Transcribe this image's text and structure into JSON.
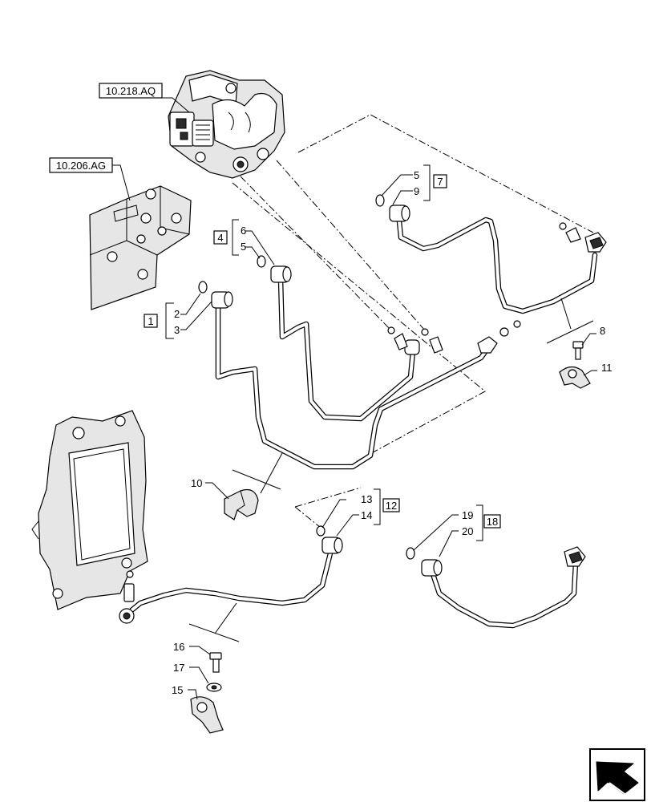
{
  "references": {
    "pump": "10.218.AQ",
    "bracket": "10.206.AG"
  },
  "callouts": {
    "c1": "1",
    "c2": "2",
    "c3": "3",
    "c4": "4",
    "c5a": "5",
    "c5b": "5",
    "c6": "6",
    "c7": "7",
    "c8": "8",
    "c9": "9",
    "c10": "10",
    "c11": "11",
    "c12": "12",
    "c13": "13",
    "c14": "14",
    "c15": "15",
    "c16": "16",
    "c17": "17",
    "c18": "18",
    "c19": "19",
    "c20": "20"
  },
  "icons": {
    "corner": "next-page-arrow-icon"
  }
}
